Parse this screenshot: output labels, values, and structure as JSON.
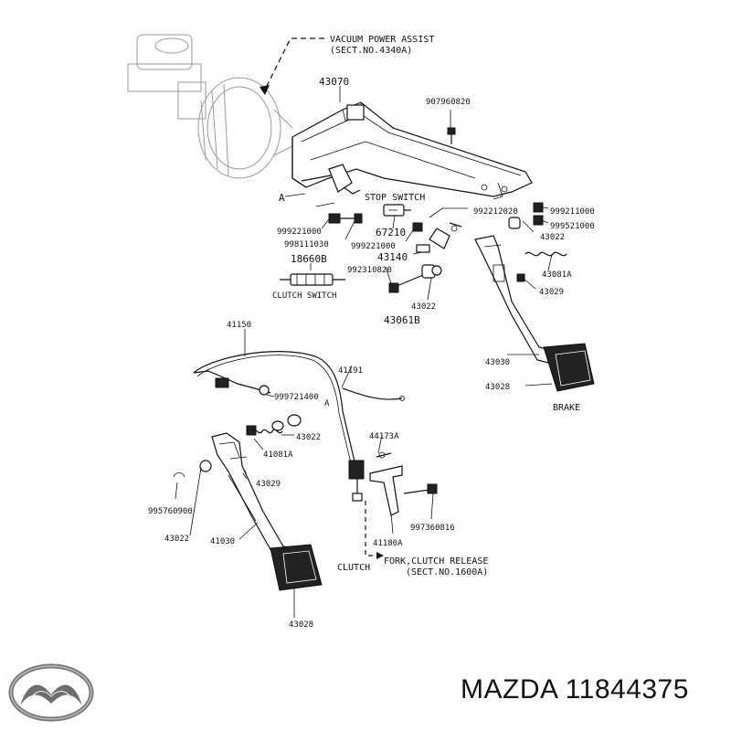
{
  "header": {
    "note_line1": "VACUUM POWER ASSIST",
    "note_line2": "(SECT.NO.4340A)"
  },
  "labels": {
    "p43070": "43070",
    "p907960820": "907960820",
    "stop_switch": "STOP SWITCH",
    "a_top": "A",
    "p992212020": "992212020",
    "p999211000": "999211000",
    "p999521000": "999521000",
    "p43022_top": "43022",
    "p999221000_left": "999221000",
    "p998111030": "998111030",
    "p67210": "67210",
    "p999221000_mid": "999221000",
    "p43140": "43140",
    "p18660b": "18660B",
    "p992310820": "992310820",
    "p43081a": "43081A",
    "p43029_top": "43029",
    "clutch_switch": "CLUTCH SWITCH",
    "p43022_mid": "43022",
    "p43061b": "43061B",
    "p41150": "41150",
    "p41191": "41191",
    "p43030": "43030",
    "p43028_top": "43028",
    "brake": "BRAKE",
    "p999721400": "999721400",
    "a_bottom": "A",
    "p43022_low": "43022",
    "p41081a": "41081A",
    "p44173a": "44173A",
    "p43029_low": "43029",
    "p995760900": "995760900",
    "p997360816": "997360816",
    "p43022_bottom": "43022",
    "p41030": "41030",
    "p41180a": "41180A",
    "fork_line1": "FORK,CLUTCH RELEASE",
    "fork_line2": "(SECT.NO.1600A)",
    "clutch": "CLUTCH",
    "p43028_bottom": "43028"
  },
  "brand": {
    "text": "MAZDA 11844375",
    "logo_icon": "mazda-logo-icon"
  }
}
